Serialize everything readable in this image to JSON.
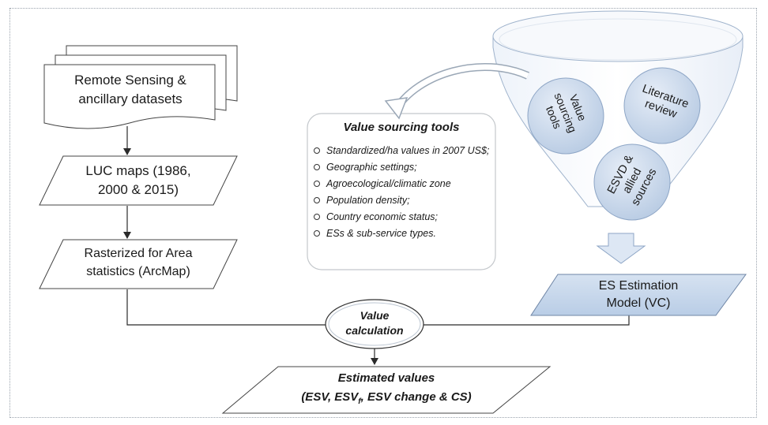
{
  "diagram": {
    "remote_sensing": {
      "line1": "Remote Sensing &",
      "line2": "ancillary datasets"
    },
    "luc_maps": {
      "line1": "LUC maps (1986,",
      "line2": "2000 & 2015)"
    },
    "rasterized": {
      "line1": "Rasterized for Area",
      "line2": "statistics (ArcMap)"
    },
    "value_calculation": {
      "line1": "Value",
      "line2": "calculation"
    },
    "estimated_values": {
      "line1": "Estimated values",
      "line2_pre": "(ESV, ESV",
      "line2_sub": "f",
      "line2_post": ", ESV change & CS)"
    },
    "value_sourcing_tools": {
      "title": "Value sourcing tools",
      "items": [
        "Standardized/ha values in 2007 US$;",
        "Geographic settings;",
        "Agroecological/climatic zone",
        "Population density;",
        "Country economic status;",
        "ESs & sub-service types."
      ]
    },
    "funnel_circles": {
      "value_sourcing": {
        "line1": "Value",
        "line2": "sourcing",
        "line3": "tools"
      },
      "literature_review": {
        "line1": "Literature",
        "line2": "review"
      },
      "esvd": {
        "line1": "ESVD &",
        "line2": "allied",
        "line3": "sources"
      }
    },
    "es_model": {
      "line1": "ES Estimation",
      "line2": "Model  (VC)"
    }
  },
  "colors": {
    "model_fill": "#c9d9ec",
    "circle_fill": "#cfdcee",
    "arrow_fill": "#dde7f4",
    "line": "#2b2b2b"
  }
}
